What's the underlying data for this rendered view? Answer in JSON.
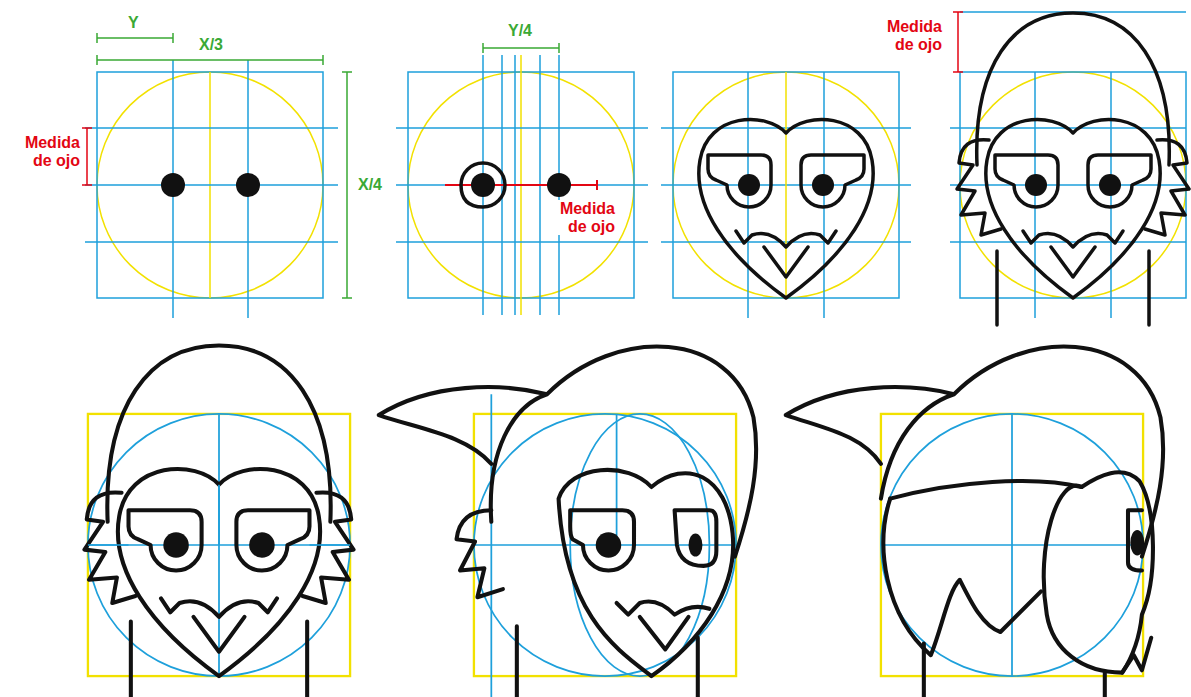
{
  "diagram": {
    "labels": [
      "Y",
      "X/3",
      "Medida de ojo",
      "X/4",
      "Y/4",
      "Medida de ojo",
      "Medida de ojo"
    ]
  }
}
